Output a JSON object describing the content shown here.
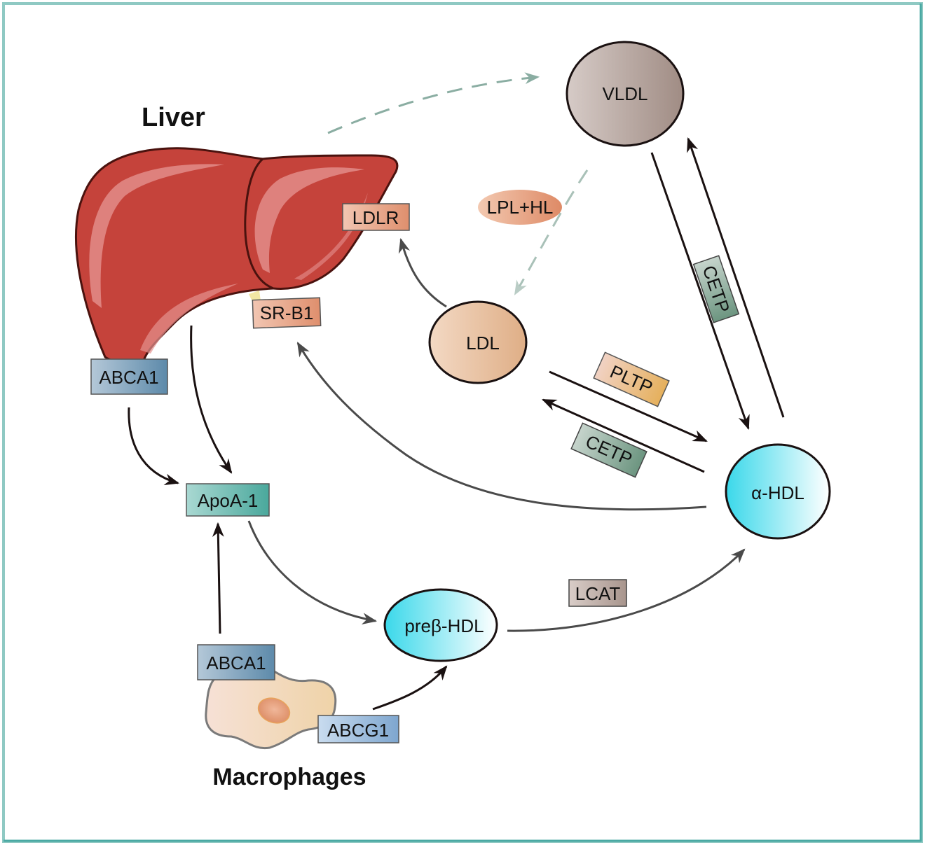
{
  "diagram": {
    "organs": {
      "liver": "Liver",
      "macrophages": "Macrophages"
    },
    "lipoproteins": {
      "vldl": "VLDL",
      "ldl": "LDL",
      "alpha_hdl": "α-HDL",
      "prebeta_hdl": "preβ-HDL"
    },
    "receptors_and_proteins": {
      "ldlr": "LDLR",
      "srb1": "SR-B1",
      "abca1_liver": "ABCA1",
      "apoa1": "ApoA-1",
      "abca1_macrophage": "ABCA1",
      "abcg1": "ABCG1"
    },
    "enzymes": {
      "lpl_hl": "LPL+HL",
      "cetp_vertical": "CETP",
      "pltp": "PLTP",
      "cetp_diagonal": "CETP",
      "lcat": "LCAT"
    },
    "edges": [
      {
        "from": "Liver",
        "to": "VLDL",
        "style": "dashed"
      },
      {
        "from": "VLDL",
        "to": "LDL",
        "style": "dashed",
        "via": "LPL+HL"
      },
      {
        "from": "LDL",
        "to": "LDLR",
        "style": "solid"
      },
      {
        "from": "VLDL",
        "to": "α-HDL",
        "style": "solid",
        "via": "CETP"
      },
      {
        "from": "α-HDL",
        "to": "VLDL",
        "style": "solid",
        "via": "CETP"
      },
      {
        "from": "LDL",
        "to": "α-HDL",
        "style": "solid",
        "via": "PLTP"
      },
      {
        "from": "α-HDL",
        "to": "LDL",
        "style": "solid",
        "via": "CETP"
      },
      {
        "from": "α-HDL",
        "to": "SR-B1",
        "style": "solid"
      },
      {
        "from": "ABCA1",
        "to": "ApoA-1",
        "style": "solid"
      },
      {
        "from": "Liver",
        "to": "ApoA-1",
        "style": "solid"
      },
      {
        "from": "Macrophage ABCA1",
        "to": "ApoA-1",
        "style": "solid"
      },
      {
        "from": "ApoA-1",
        "to": "preβ-HDL",
        "style": "solid"
      },
      {
        "from": "ABCG1",
        "to": "preβ-HDL",
        "style": "solid"
      },
      {
        "from": "preβ-HDL",
        "to": "α-HDL",
        "style": "solid",
        "via": "LCAT"
      }
    ],
    "colors": {
      "frame": "#8fc9c3",
      "liver": "#c0403a",
      "liver_outline": "#5a1410",
      "dashed_arrow": "#8aada2",
      "hdl_cyan": "#3fd9ea",
      "receptor_orange": "#e2967a",
      "abc_blue": "#6b93b0",
      "apoa1_teal": "#5aada2",
      "cetp_green": "#6f9680",
      "pltp_orange": "#e2b066",
      "lcat_gray": "#a8958d",
      "vldl_brown": "#a8948c",
      "ldl_peach": "#e3b590"
    }
  }
}
